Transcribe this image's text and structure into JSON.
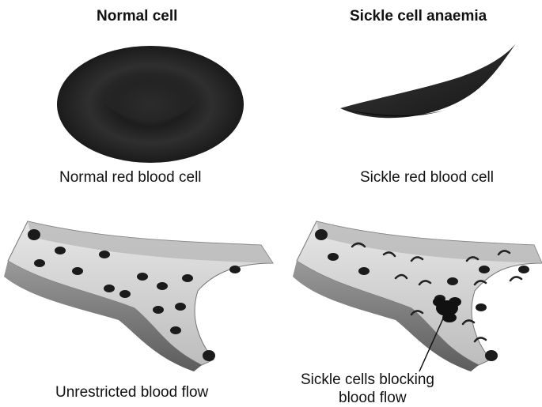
{
  "headers": {
    "normal": "Normal cell",
    "sickle": "Sickle cell anaemia"
  },
  "captions": {
    "normal_cell": "Normal red blood cell",
    "sickle_cell": "Sickle red blood cell",
    "normal_flow": "Unrestricted blood flow",
    "sickle_flow_line1": "Sickle cells blocking",
    "sickle_flow_line2": "blood flow"
  },
  "colors": {
    "cell_dark": "#1c1c1c",
    "cell_mid": "#4a4a4a",
    "vessel_wall": "#8a8a8a",
    "vessel_inner": "#cfcfcf"
  }
}
